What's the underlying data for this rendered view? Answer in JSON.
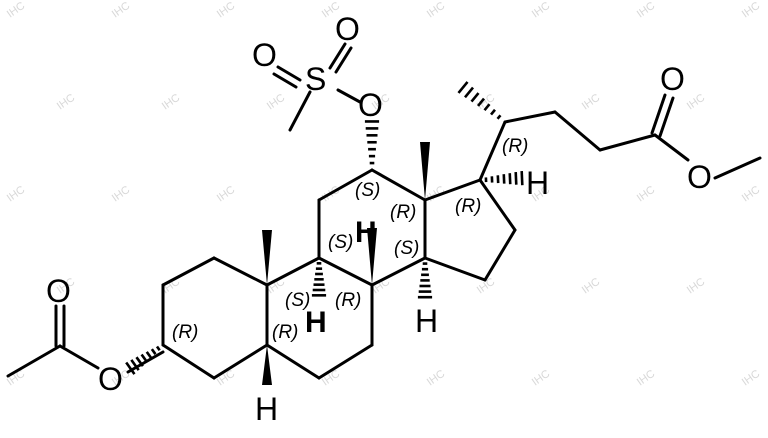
{
  "atoms": {
    "sulfur": "S",
    "sulfonyl_oxygen_top": "O",
    "sulfonyl_oxygen_left": "O",
    "mesylate_oxygen": "O",
    "ester_carbonyl_oxygen": "O",
    "ester_oxygen": "O",
    "acetyl_carbonyl_oxygen": "O",
    "acetate_oxygen": "O",
    "hydrogen_c20": "H",
    "hydrogen_c12_bold": "H",
    "hydrogen_c9_bold": "H",
    "hydrogen_c14": "H",
    "hydrogen_c5": "H"
  },
  "stereo_labels": {
    "c20": "(R)",
    "c12": "(S)",
    "c13": "(R)",
    "c17": "(R)",
    "c11": "(S)",
    "c14": "(S)",
    "c9": "(S)",
    "c8": "(R)",
    "c3": "(R)",
    "c5": "(R)"
  },
  "watermark": "IHC"
}
